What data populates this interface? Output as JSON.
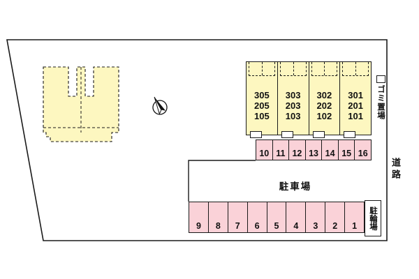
{
  "plan": {
    "parking_area_label": "駐車場",
    "road_label": "道路",
    "garbage_label": "ゴミ置場",
    "bicycle_label": "駐輪場"
  },
  "building": {
    "units": [
      {
        "rooms": [
          "305",
          "205",
          "105"
        ]
      },
      {
        "rooms": [
          "303",
          "203",
          "103"
        ]
      },
      {
        "rooms": [
          "302",
          "202",
          "102"
        ]
      },
      {
        "rooms": [
          "301",
          "201",
          "101"
        ]
      }
    ]
  },
  "parking": {
    "upper_row": [
      "10",
      "11",
      "12",
      "13",
      "14",
      "15",
      "16"
    ],
    "lower_row": [
      "9",
      "8",
      "7",
      "6",
      "5",
      "4",
      "3",
      "2",
      "1"
    ]
  },
  "colors": {
    "line": "#1a1a1a",
    "building_fill": "#fdf7c0",
    "stall_fill": "#fad2d8"
  }
}
